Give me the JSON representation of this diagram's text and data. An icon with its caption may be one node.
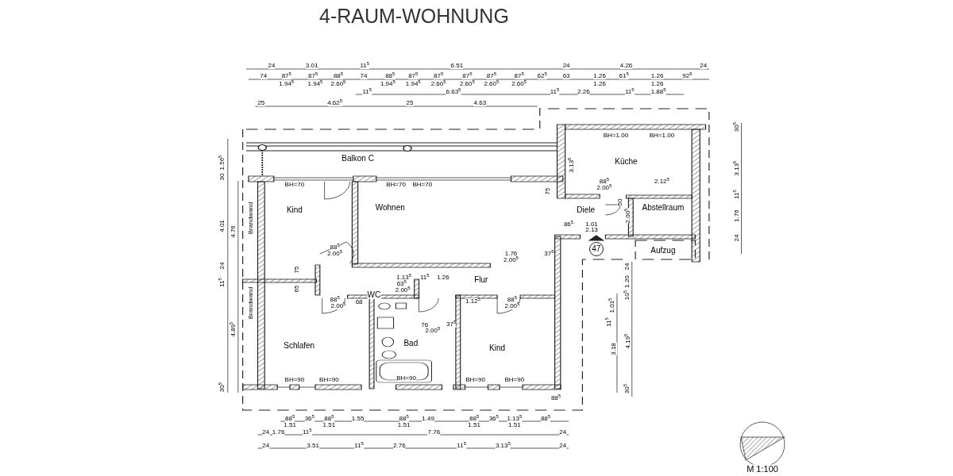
{
  "diagram": {
    "title": "4-RAUM-WOHNUNG",
    "nodes": [
      {
        "text": [
          "Balkon C"
        ]
      },
      {
        "text": [
          "Küche"
        ]
      },
      {
        "text": [
          "Kind"
        ]
      },
      {
        "text": [
          "Wohnen"
        ]
      },
      {
        "text": [
          "Diele"
        ]
      },
      {
        "text": [
          "Abstellraum"
        ]
      },
      {
        "text": [
          "47"
        ]
      },
      {
        "text": [
          "Aufzug"
        ]
      },
      {
        "text": [
          "Flur"
        ]
      },
      {
        "text": [
          "WC"
        ]
      },
      {
        "text": [
          "Schlafen"
        ]
      },
      {
        "text": [
          "Bad"
        ]
      },
      {
        "text": [
          "Kind"
        ]
      }
    ],
    "edges": [],
    "labels": [
      "24",
      "3.01",
      "11$^{5}$",
      "6.51",
      "24",
      "4.26",
      "24",
      "74",
      "87$^{5}$",
      "87$^{5}$",
      "88$^{5}$",
      "74",
      "88$^{5}$",
      "87$^{5}$",
      "87$^{5}$",
      "87$^{5}$",
      "87$^{5}$",
      "87$^{5}$",
      "62$^{5}$",
      "63",
      "1.26",
      "61$^{5}$",
      "1.26",
      "92$^{5}$",
      "1.94$^{5}$",
      "1.94$^{5}$",
      "2.60$^{5}$",
      "1.94$^{5}$",
      "1.94$^{5}$",
      "2.60$^{5}$",
      "2.60$^{5}$",
      "2.60$^{5}$",
      "2.60$^{5}$",
      "1.26",
      "1.26",
      "11$^{5}$",
      "6.63$^{5}$",
      "11$^{5}$",
      "2.26",
      "11$^{5}$",
      "1.88$^{5}$",
      "25",
      "4.62$^{5}$",
      "25",
      "4.63",
      "BH=1.00",
      "BH=1.00",
      "30$^{5}$",
      "1.56$^{5}$",
      "3.13$^{5}$",
      "3.13$^{5}$",
      "30",
      "BH=70",
      "BH=70",
      "BH=70",
      "88$^{5}$",
      "2.12$^{5}$",
      "2.00$^{5}$",
      "75",
      "11$^{5}$",
      "50",
      "2.00$^{5}$",
      "1.76",
      "4.01",
      "4.76",
      "Brandwand",
      "86$^{5}$",
      "1.01",
      "2.13",
      "24",
      "88$^{5}$",
      "2.00$^{5}$",
      "1.76",
      "2.00$^{5}$",
      "37$^{5}$",
      "24",
      "75",
      "24",
      "1.13$^{5}$",
      "11$^{5}$",
      "1.26",
      "11$^{5}$",
      "1.20",
      "63$^{5}$",
      "65",
      "2.00$^{5}$",
      "10$^{5}$",
      "88$^{5}$",
      "68",
      "1.12$^{5}$",
      "88$^{5}$",
      "Brandwand",
      "2.00$^{5}$",
      "2.00$^{5}$",
      "1.01$^{5}$",
      "11$^{5}$",
      "76",
      "37$^{5}$",
      "2.00$^{5}$",
      "4.89$^{5}$",
      "4.19$^{5}$",
      "3.18",
      "BH=90",
      "BH=90",
      "BH=90",
      "BH=90",
      "BH=90",
      "30$^{5}$",
      "30$^{5}$",
      "88$^{5}$",
      "88$^{5}$",
      "36$^{5}$",
      "88$^{5}$",
      "1.55",
      "88$^{5}$",
      "1.49",
      "88$^{5}$",
      "36$^{5}$",
      "1.13$^{5}$",
      "88$^{5}$",
      "1.51",
      "1.51",
      "1.51",
      "1.51",
      "1.51",
      "24",
      "1.76",
      "11$^{5}$",
      "7.76",
      "24",
      "24",
      "3.51",
      "11$^{5}$",
      "2.76",
      "11$^{5}$",
      "3.13$^{5}$",
      "24",
      "M 1:100"
    ]
  }
}
